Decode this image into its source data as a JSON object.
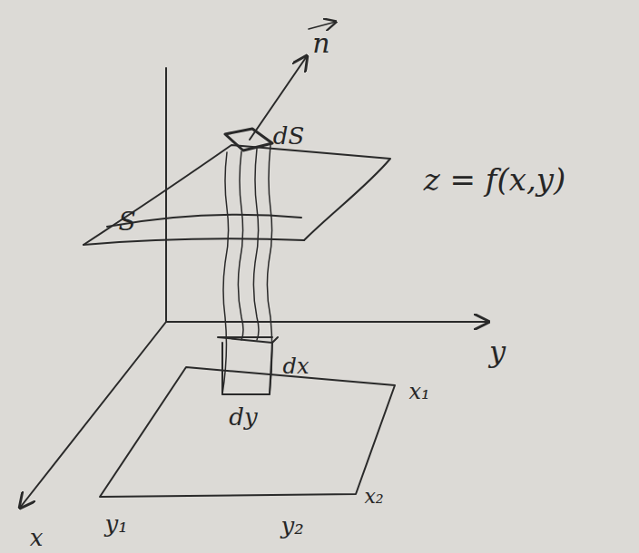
{
  "diagram": {
    "labels": [
      "n",
      "dS",
      "z = f(x,y)",
      "S",
      "y",
      "x",
      "dx",
      "dy",
      "x₁",
      "x₂",
      "y₁",
      "y₂"
    ]
  }
}
